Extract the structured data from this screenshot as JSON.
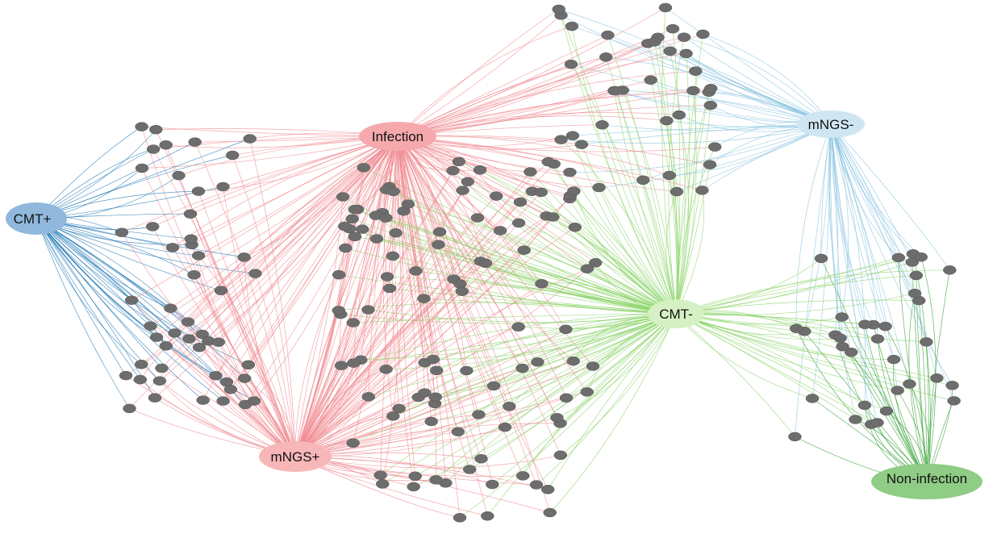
{
  "hubs": [
    {
      "id": "infection",
      "label": "Infection",
      "color": "#f5a9ad"
    },
    {
      "id": "mngs_neg",
      "label": "mNGS-",
      "color": "#cfe6f2"
    },
    {
      "id": "cmt_pos",
      "label": "CMT+",
      "color": "#8fb8dc"
    },
    {
      "id": "cmt_neg",
      "label": "CMT-",
      "color": "#d5f0c3"
    },
    {
      "id": "mngs_pos",
      "label": "mNGS+",
      "color": "#f7b7b9"
    },
    {
      "id": "non_infection",
      "label": "Non-infection",
      "color": "#8fcc85"
    }
  ],
  "colors": {
    "infection_edge": "#f08a90",
    "mngs_pos_edge": "#f08a90",
    "cmt_pos_edge": "#1f77b4",
    "cmt_neg_edge": "#8cd46a",
    "mngs_neg_edge": "#88c3e0",
    "non_infection_edge": "#2e9e2e",
    "node_fill": "#6d6d6d",
    "node_stroke": "#555555"
  },
  "groups": [
    {
      "name": "cmt_pos_cluster",
      "hubs": [
        "cmt_pos",
        "infection",
        "mngs_pos"
      ],
      "count": 50
    },
    {
      "name": "center_cluster",
      "hubs": [
        "infection",
        "mngs_pos",
        "cmt_neg"
      ],
      "count": 110
    },
    {
      "name": "top_cluster",
      "hubs": [
        "infection",
        "mngs_neg",
        "cmt_neg"
      ],
      "count": 38
    },
    {
      "name": "right_cluster",
      "hubs": [
        "mngs_neg",
        "cmt_neg",
        "non_infection"
      ],
      "count": 34
    }
  ]
}
